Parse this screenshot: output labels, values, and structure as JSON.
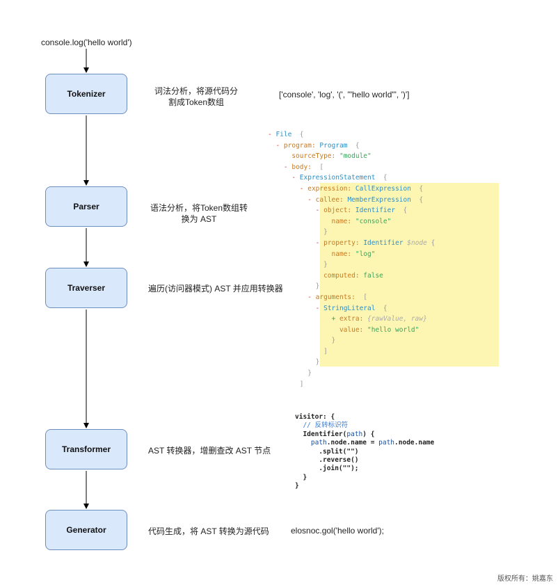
{
  "input_code": "console.log('hello world')",
  "stages": [
    {
      "name": "Tokenizer",
      "desc_lines": [
        "词法分析，将源代码分",
        "割成Token数组"
      ]
    },
    {
      "name": "Parser",
      "desc_lines": [
        "语法分析，将Token数组转",
        "换为 AST"
      ]
    },
    {
      "name": "Traverser",
      "desc_lines": [
        "遍历(访问器模式) AST 并应用转换器"
      ]
    },
    {
      "name": "Transformer",
      "desc_lines": [
        "AST 转换器，增删查改 AST 节点"
      ]
    },
    {
      "name": "Generator",
      "desc_lines": [
        "代码生成，将 AST 转换为源代码"
      ]
    }
  ],
  "token_output": "['console', 'log', '(', '\"hello world\"', ')']",
  "ast": {
    "file": "File",
    "program_key": "program:",
    "program_type": "Program",
    "source_type_key": "sourceType:",
    "source_type_val": "\"module\"",
    "body_key": "body:",
    "expr_stmt": "ExpressionStatement",
    "expression_key": "expression:",
    "call_expr": "CallExpression",
    "callee_key": "callee:",
    "member_expr": "MemberExpression",
    "object_key": "object:",
    "identifier": "Identifier",
    "name_key": "name:",
    "name_console": "\"console\"",
    "property_key": "property:",
    "node_ref": "$node",
    "name_log": "\"log\"",
    "computed_key": "computed:",
    "computed_val": "false",
    "arguments_key": "arguments:",
    "string_literal": "StringLiteral",
    "extra_key": "extra:",
    "extra_val": "{rawValue, raw}",
    "value_key": "value:",
    "value_val": "\"hello world\""
  },
  "visitor": {
    "l1": "visitor: {",
    "l2": "// 反转标识符",
    "l3a": "Identifier(",
    "l3b": "path",
    "l3c": ") {",
    "l4a": "path",
    "l4b": ".node.name = ",
    "l4c": "path",
    "l4d": ".node.name",
    "l5": ".split(\"\")",
    "l6": ".reverse()",
    "l7": ".join(\"\");",
    "l8": "}",
    "l9": "}"
  },
  "generated_output": "elosnoc.gol('hello world');",
  "copyright": "版权所有：姚嘉东",
  "colors": {
    "box_fill": "#dae8fc",
    "box_border": "#6c8ebf",
    "highlight": "#fdf6b3",
    "arrow": "#000000"
  }
}
